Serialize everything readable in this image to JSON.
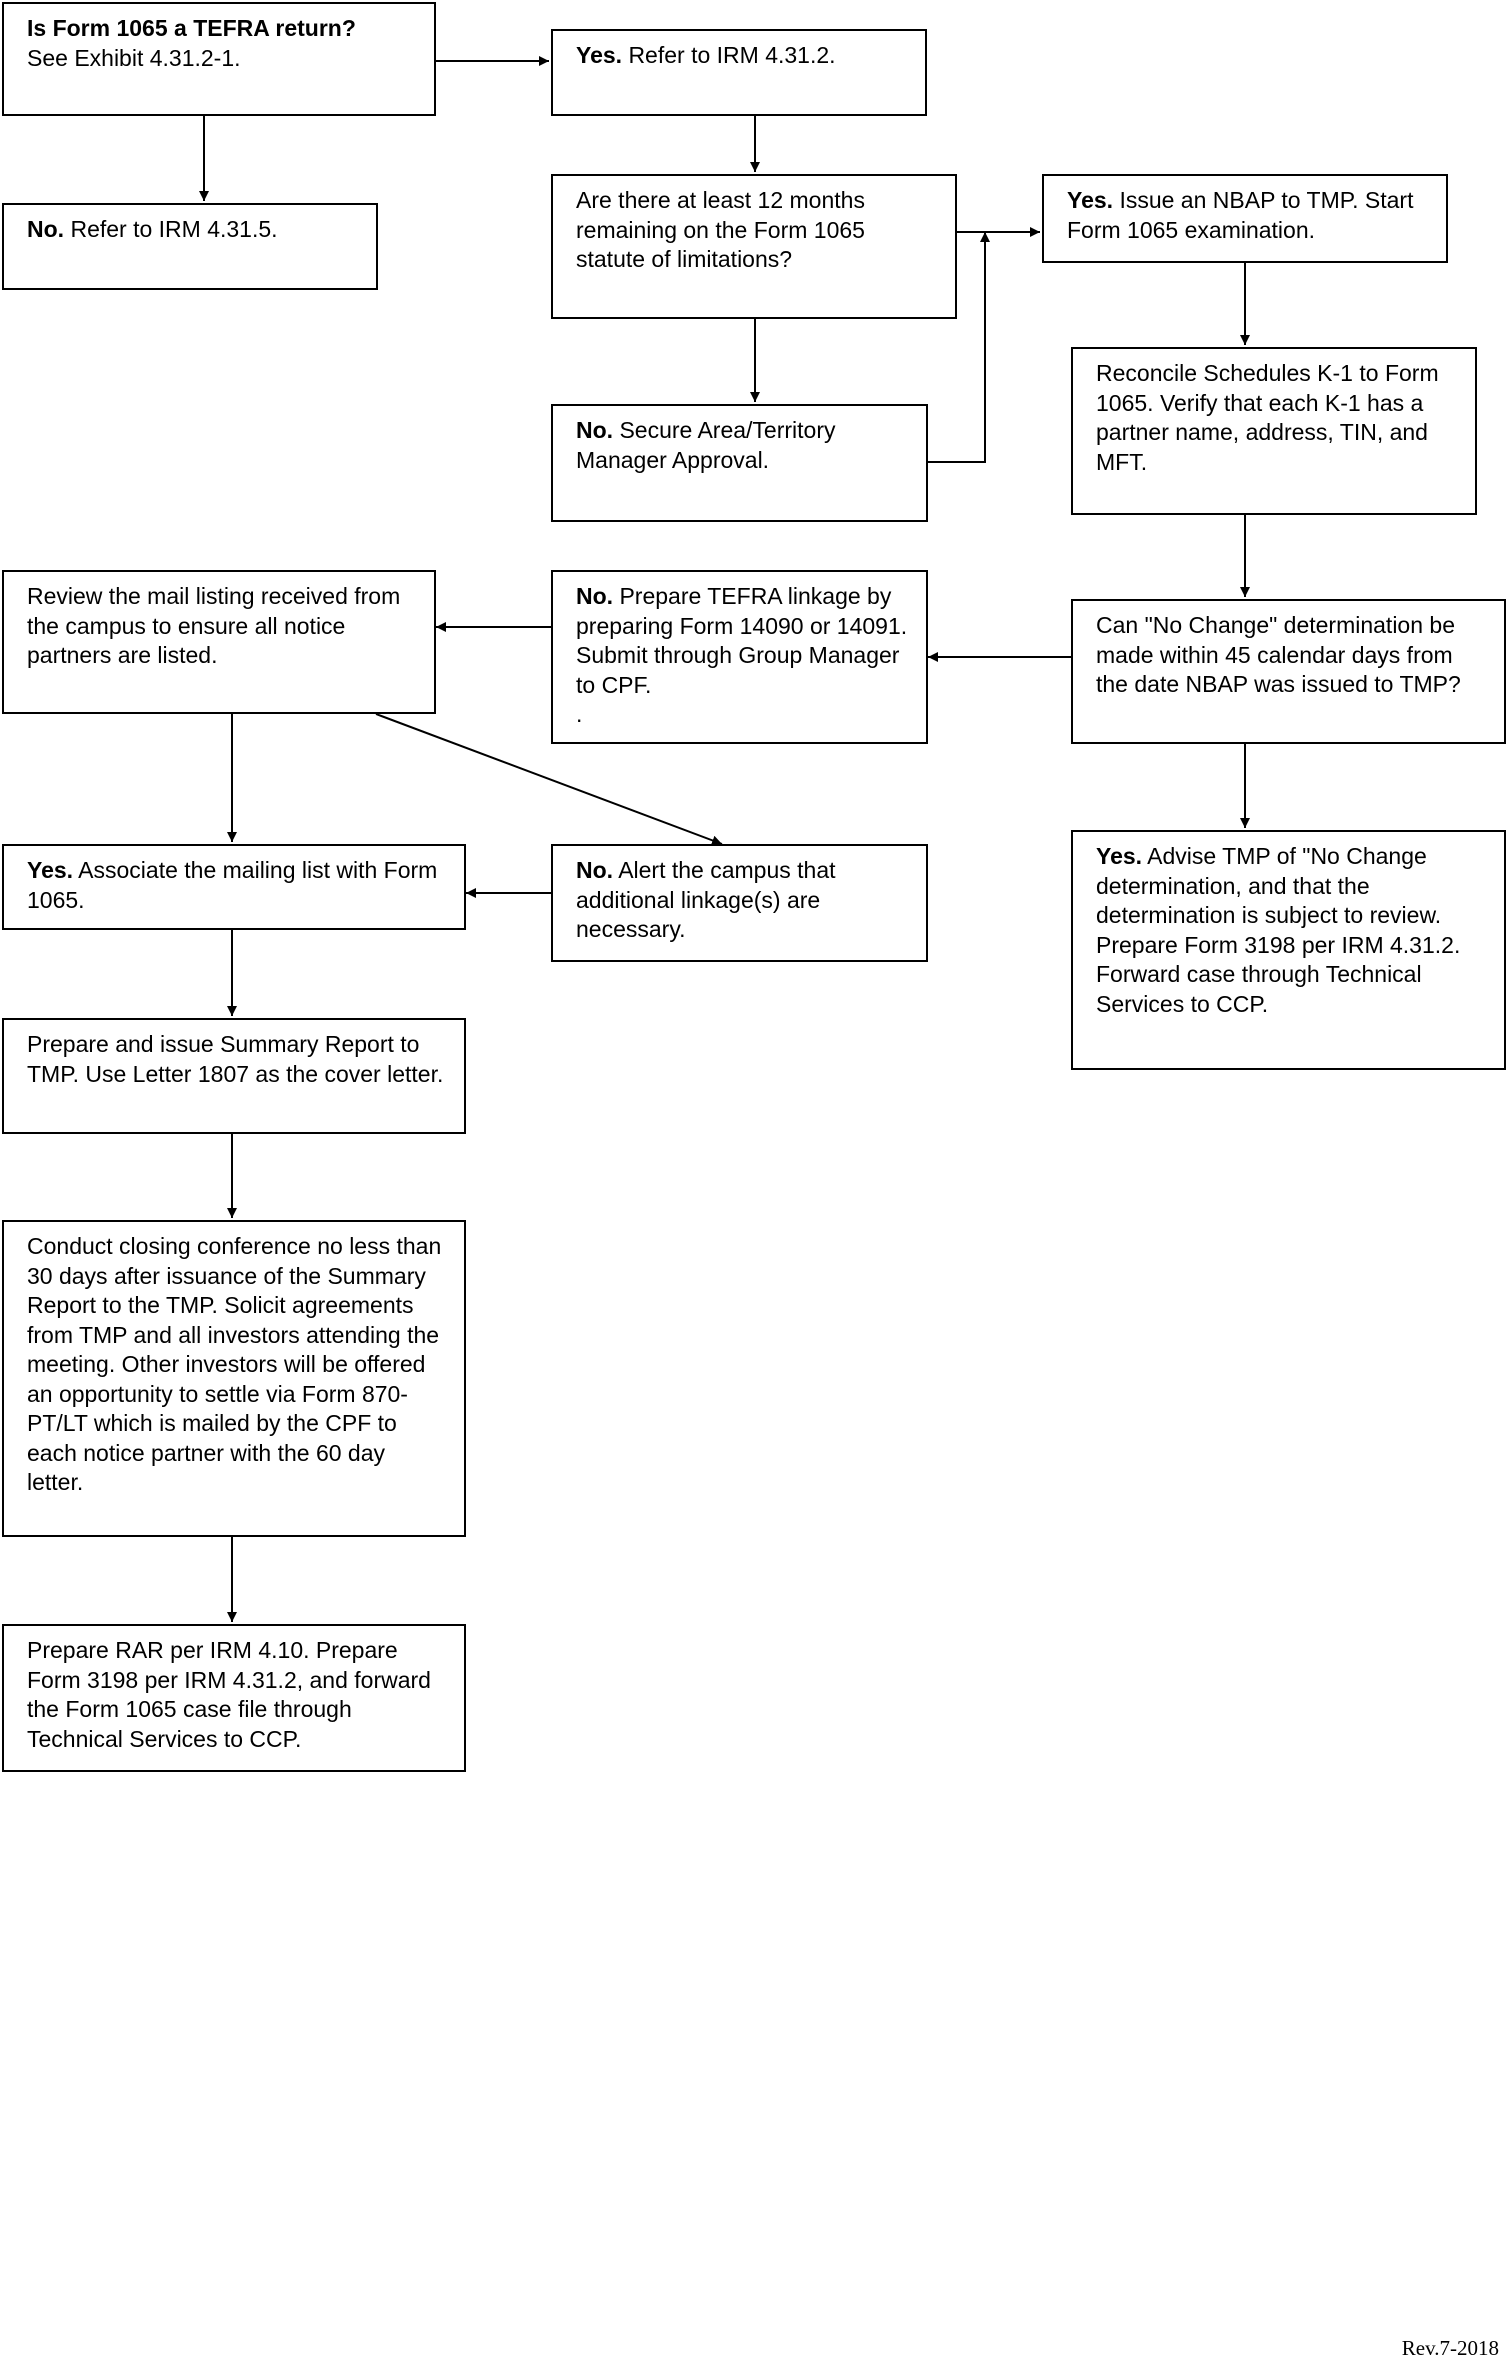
{
  "nodes": {
    "start": {
      "lead": "Is Form 1065 a TEFRA return?",
      "text": "See Exhibit 4.31.2-1."
    },
    "yes_irm": {
      "lead": "Yes.",
      "text": "Refer to IRM 4.31.2."
    },
    "no_irm": {
      "lead": "No.",
      "text": "Refer to IRM 4.31.5."
    },
    "months": {
      "lead": "",
      "text": "Are there at least 12 months remaining on the Form 1065 statute of limitations?"
    },
    "nbap": {
      "lead": "Yes.",
      "text": "Issue an NBAP to TMP. Start Form 1065 examination."
    },
    "secure": {
      "lead": "No.",
      "text": "Secure Area/Territory Manager Approval."
    },
    "reconcile": {
      "lead": "",
      "text": "Reconcile Schedules K-1 to Form 1065. Verify that each K-1 has a partner name, address, TIN, and MFT."
    },
    "nochange": {
      "lead": "",
      "text": "Can \"No Change\" determination be made within 45 calendar days from the date NBAP was issued to TMP?"
    },
    "linkage": {
      "lead": "No.",
      "text": "Prepare TEFRA linkage by preparing Form 14090 or 14091.  Submit through Group Manager to CPF.",
      "extra": "."
    },
    "review": {
      "lead": "",
      "text": "Review the mail listing received from the campus to ensure all notice partners are listed."
    },
    "advise": {
      "lead": "Yes.",
      "text": "Advise TMP of \"No Change determination, and that the determination is subject to review. Prepare Form 3198 per IRM 4.31.2. Forward case through Technical Services to CCP."
    },
    "associate": {
      "lead": "Yes.",
      "text": "Associate the mailing list with Form 1065."
    },
    "alert": {
      "lead": "No.",
      "text": "Alert the campus that additional linkage(s) are necessary."
    },
    "summary": {
      "lead": "",
      "text": "Prepare and issue Summary Report to TMP. Use Letter 1807 as the cover letter."
    },
    "closing": {
      "lead": "",
      "text": "Conduct closing conference no less than 30 days after issuance of the Summary Report to the TMP. Solicit agreements from TMP and all investors attending the meeting. Other investors will be offered an opportunity to settle via Form 870-PT/LT which is mailed by the CPF to each notice partner with the 60 day letter."
    },
    "rar": {
      "lead": "",
      "text": "Prepare RAR per IRM 4.10. Prepare Form 3198 per IRM 4.31.2, and forward the Form 1065 case file through Technical Services to CCP."
    }
  },
  "footer": {
    "revision": "Rev.7-2018"
  }
}
